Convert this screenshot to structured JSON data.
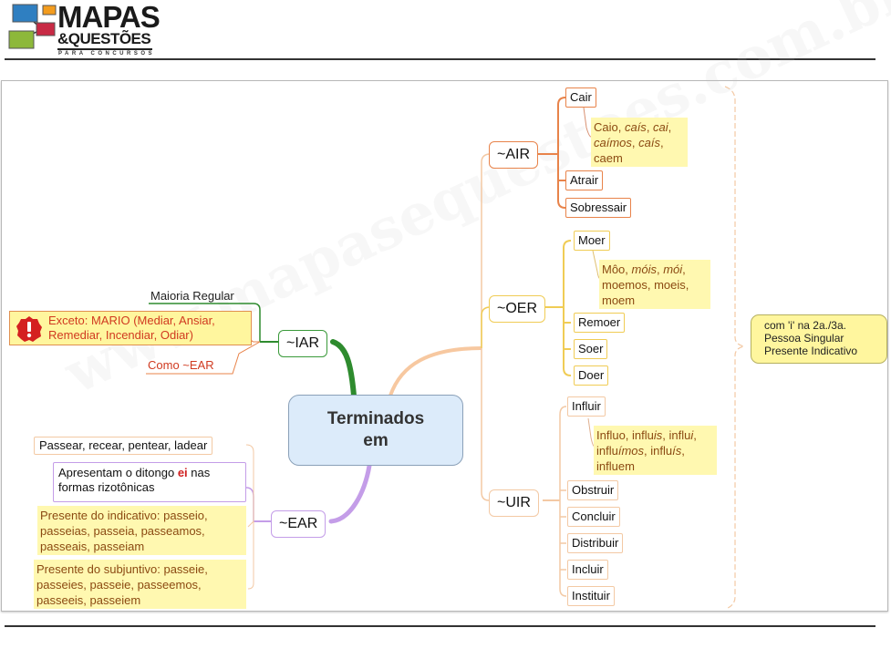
{
  "header": {
    "logo_title": "MAPAS",
    "logo_subtitle": "&QUESTÕES",
    "logo_tagline": "PARA CONCURSOS"
  },
  "watermark": "www.mapasequestoes.com.br/",
  "center": {
    "line1": "Terminados",
    "line2": "em"
  },
  "iar": {
    "label": "~IAR",
    "color": "#2e8b2e",
    "regular": "Maioria Regular",
    "exception_line1": "Exceto: MARIO (Mediar, Ansiar,",
    "exception_line2": "Remediar, Incendiar, Odiar)",
    "exception_icon": "warning-icon",
    "as_ear": "Como ~EAR"
  },
  "ear": {
    "label": "~EAR",
    "color": "#c49de8",
    "examples": "Passear, recear, pentear, ladear",
    "diphthong_pre": "Apresentam o ditongo ",
    "diphthong_bold": "ei",
    "diphthong_post": " nas",
    "diphthong_line2": "formas rizotônicas",
    "indicative": [
      "Presente do indicativo: passeio,",
      "passeias, passeia, passeamos,",
      "passeais, passeiam"
    ],
    "subjunctive": [
      "Presente do subjuntivo: passeie,",
      "passeies, passeie, passeemos,",
      "passeeis, passeiem"
    ]
  },
  "air": {
    "label": "~AIR",
    "color": "#e8834a",
    "items": [
      "Cair",
      "Atrair",
      "Sobressair"
    ],
    "cair_note": [
      "Caio, ",
      "caís",
      ", ",
      "cai",
      ",",
      "caímos",
      ", ",
      "caís",
      ",",
      "caem"
    ]
  },
  "oer": {
    "label": "~OER",
    "color": "#f0cc55",
    "items": [
      "Moer",
      "Remoer",
      "Soer",
      "Doer"
    ],
    "moer_note": [
      "Môo, ",
      "móis",
      ", ",
      "mói",
      ",",
      "moemos, moeis,",
      "moem"
    ]
  },
  "uir": {
    "label": "~UIR",
    "color": "#f3c9a4",
    "items": [
      "Influir",
      "Obstruir",
      "Concluir",
      "Distribuir",
      "Incluir",
      "Instituir"
    ],
    "influir_note": [
      "Influo, influ",
      "is",
      ", influ",
      "i",
      ",",
      "influ",
      "ímos",
      ", influ",
      "ís",
      ",",
      "influem"
    ]
  },
  "callout": {
    "line1": "com 'i' na 2a./3a.",
    "line2": "Pessoa Singular",
    "line3": "Presente Indicativo"
  }
}
